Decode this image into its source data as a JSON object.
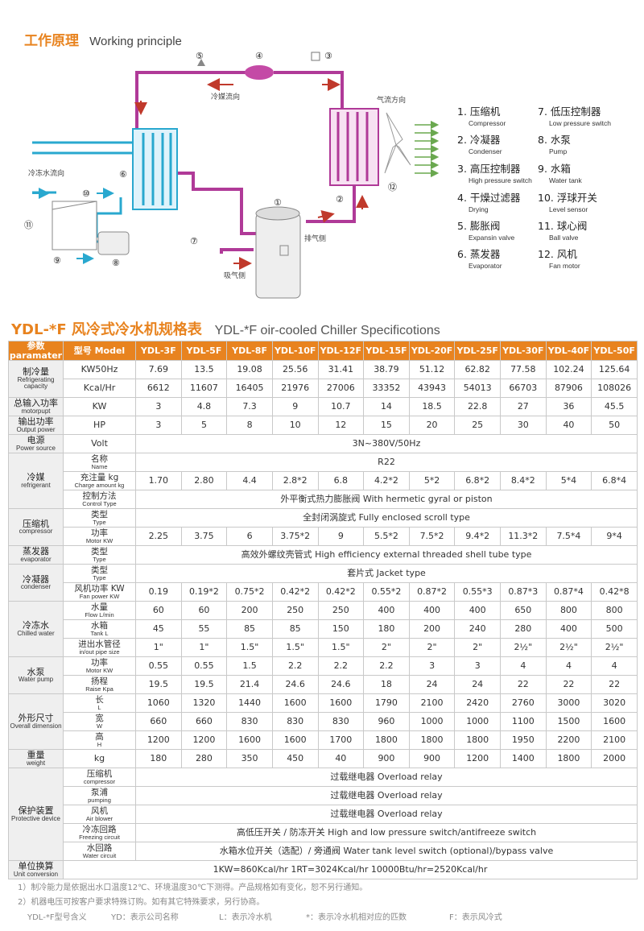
{
  "header": {
    "title_cn": "工作原理",
    "title_en": "Working principle"
  },
  "diagram": {
    "labels": {
      "refrigerant_flow": "冷媒流向",
      "air_flow": "气流方向",
      "chilled_water_flow": "冷冻水流向",
      "exhaust": "排气侧",
      "suction": "吸气侧"
    },
    "numbers": [
      "①",
      "②",
      "③",
      "④",
      "⑤",
      "⑥",
      "⑦",
      "⑧",
      "⑨",
      "⑩",
      "⑪",
      "⑫"
    ],
    "colors": {
      "pipe": "#b03a98",
      "water": "#29a8cf",
      "arrow": "#c0392b",
      "air": "#6aa84f"
    }
  },
  "legend": [
    {
      "cn": "1. 压缩机",
      "en": "Compressor"
    },
    {
      "cn": "7. 低压控制器",
      "en": "Low pressure switch"
    },
    {
      "cn": "2. 冷凝器",
      "en": "Condenser"
    },
    {
      "cn": "8. 水泵",
      "en": "Pump"
    },
    {
      "cn": "3. 高压控制器",
      "en": "High pressure switch"
    },
    {
      "cn": "9. 水箱",
      "en": "Water tank"
    },
    {
      "cn": "4. 干燥过滤器",
      "en": "Drying"
    },
    {
      "cn": "10. 浮球开关",
      "en": "Level sensor"
    },
    {
      "cn": "5. 膨胀阀",
      "en": "Expansin valve"
    },
    {
      "cn": "11. 球心阀",
      "en": "Ball valve"
    },
    {
      "cn": "6. 蒸发器",
      "en": "Evaporator"
    },
    {
      "cn": "12. 风机",
      "en": "Fan motor"
    }
  ],
  "spec": {
    "title_cn": "YDL-*F 风冷式冷水机规格表",
    "title_en": "YDL-*F oir-cooled Chiller Specificotions",
    "param_cn": "参数",
    "param_en": "paramater",
    "model_label": "型号 Model",
    "models": [
      "YDL-3F",
      "YDL-5F",
      "YDL-8F",
      "YDL-10F",
      "YDL-12F",
      "YDL-15F",
      "YDL-20F",
      "YDL-25F",
      "YDL-30F",
      "YDL-40F",
      "YDL-50F"
    ],
    "rows": [
      {
        "group_cn": "制冷量",
        "group_en": "Refrigerating capacity",
        "span": 2,
        "sub": "KW50Hz",
        "vals": [
          "7.69",
          "13.5",
          "19.08",
          "25.56",
          "31.41",
          "38.79",
          "51.12",
          "62.82",
          "77.58",
          "102.24",
          "125.64"
        ]
      },
      {
        "sub": "Kcal/Hr",
        "vals": [
          "6612",
          "11607",
          "16405",
          "21976",
          "27006",
          "33352",
          "43943",
          "54013",
          "66703",
          "87906",
          "108026"
        ]
      },
      {
        "group_cn": "总输入功率",
        "group_en": "motorpupt",
        "span": 1,
        "sub": "KW",
        "vals": [
          "3",
          "4.8",
          "7.3",
          "9",
          "10.7",
          "14",
          "18.5",
          "22.8",
          "27",
          "36",
          "45.5"
        ]
      },
      {
        "group_cn": "输出功率",
        "group_en": "Output power",
        "span": 1,
        "sub": "HP",
        "vals": [
          "3",
          "5",
          "8",
          "10",
          "12",
          "15",
          "20",
          "25",
          "30",
          "40",
          "50"
        ]
      },
      {
        "group_cn": "电源",
        "group_en": "Power source",
        "span": 1,
        "sub": "Volt",
        "merged": "3N~380V/50Hz"
      },
      {
        "group_cn": "冷媒",
        "group_en": "refrigerant",
        "span": 3,
        "sub_cn": "名称",
        "sub_en": "Name",
        "merged": "R22"
      },
      {
        "sub_cn": "充注量 kg",
        "sub_en": "Charge amount kg",
        "vals": [
          "1.70",
          "2.80",
          "4.4",
          "2.8*2",
          "6.8",
          "4.2*2",
          "5*2",
          "6.8*2",
          "8.4*2",
          "5*4",
          "6.8*4"
        ]
      },
      {
        "sub_cn": "控制方法",
        "sub_en": "Control Type",
        "merged": "外平衡式热力膨胀阀    With hermetic gyral or piston"
      },
      {
        "group_cn": "压缩机",
        "group_en": "compressor",
        "span": 2,
        "sub_cn": "类型",
        "sub_en": "Type",
        "merged": "全封闭涡旋式    Fully enclosed scroll type"
      },
      {
        "sub_cn": "功率",
        "sub_en": "Motor KW",
        "vals": [
          "2.25",
          "3.75",
          "6",
          "3.75*2",
          "9",
          "5.5*2",
          "7.5*2",
          "9.4*2",
          "11.3*2",
          "7.5*4",
          "9*4"
        ]
      },
      {
        "group_cn": "蒸发器",
        "group_en": "evaporator",
        "span": 1,
        "sub_cn": "类型",
        "sub_en": "Type",
        "merged": "高效外螺纹壳管式    High efficiency external threaded shell tube type"
      },
      {
        "group_cn": "冷凝器",
        "group_en": "condenser",
        "span": 2,
        "sub_cn": "类型",
        "sub_en": "Type",
        "merged": "套片式    Jacket type"
      },
      {
        "sub_cn": "风机功率 KW",
        "sub_en": "Fan power KW",
        "vals": [
          "0.19",
          "0.19*2",
          "0.75*2",
          "0.42*2",
          "0.42*2",
          "0.55*2",
          "0.87*2",
          "0.55*3",
          "0.87*3",
          "0.87*4",
          "0.42*8"
        ]
      },
      {
        "group_cn": "冷冻水",
        "group_en": "Chilled water",
        "span": 3,
        "sub_cn": "水量",
        "sub_en": "Flow L/min",
        "vals": [
          "60",
          "60",
          "200",
          "250",
          "250",
          "400",
          "400",
          "400",
          "650",
          "800",
          "800"
        ]
      },
      {
        "sub_cn": "水箱",
        "sub_en": "Tank L",
        "vals": [
          "45",
          "55",
          "85",
          "85",
          "150",
          "180",
          "200",
          "240",
          "280",
          "400",
          "500"
        ]
      },
      {
        "sub_cn": "进出水管径",
        "sub_en": "in/out pipe size",
        "vals": [
          "1\"",
          "1\"",
          "1.5\"",
          "1.5\"",
          "1.5\"",
          "2\"",
          "2\"",
          "2\"",
          "2½\"",
          "2½\"",
          "2½\""
        ]
      },
      {
        "group_cn": "水泵",
        "group_en": "Water pump",
        "span": 2,
        "sub_cn": "功率",
        "sub_en": "Motor KW",
        "vals": [
          "0.55",
          "0.55",
          "1.5",
          "2.2",
          "2.2",
          "2.2",
          "3",
          "3",
          "4",
          "4",
          "4"
        ]
      },
      {
        "sub_cn": "扬程",
        "sub_en": "Raise Kpa",
        "vals": [
          "19.5",
          "19.5",
          "21.4",
          "24.6",
          "24.6",
          "18",
          "24",
          "24",
          "22",
          "22",
          "22"
        ]
      },
      {
        "group_cn": "外形尺寸",
        "group_en": "Overall dimension",
        "span": 3,
        "sub_cn": "长",
        "sub_en": "L",
        "vals": [
          "1060",
          "1320",
          "1440",
          "1600",
          "1600",
          "1790",
          "2100",
          "2420",
          "2760",
          "3000",
          "3020"
        ]
      },
      {
        "sub_cn": "宽",
        "sub_en": "W",
        "vals": [
          "660",
          "660",
          "830",
          "830",
          "830",
          "960",
          "1000",
          "1000",
          "1100",
          "1500",
          "1600"
        ]
      },
      {
        "sub_cn": "高",
        "sub_en": "H",
        "vals": [
          "1200",
          "1200",
          "1600",
          "1600",
          "1700",
          "1800",
          "1800",
          "1800",
          "1950",
          "2200",
          "2100"
        ]
      },
      {
        "group_cn": "重量",
        "group_en": "weight",
        "span": 1,
        "sub": "kg",
        "vals": [
          "180",
          "280",
          "350",
          "450",
          "40",
          "900",
          "900",
          "1200",
          "1400",
          "1800",
          "2000"
        ]
      },
      {
        "group_cn": "保护装置",
        "group_en": "Protective device",
        "span": 5,
        "sub_cn": "压缩机",
        "sub_en": "compressor",
        "merged": "过载继电器    Overload relay"
      },
      {
        "sub_cn": "泵浦",
        "sub_en": "pumping",
        "merged": "过载继电器    Overload relay"
      },
      {
        "sub_cn": "风机",
        "sub_en": "Air blower",
        "merged": "过载继电器    Overload relay"
      },
      {
        "sub_cn": "冷冻回路",
        "sub_en": "Freezing circuit",
        "merged": "高低压开关 / 防冻开关    High and low pressure switch/antifreeze switch"
      },
      {
        "sub_cn": "水回路",
        "sub_en": "Water circuit",
        "merged": "水箱水位开关（选配）/ 旁通阀    Water tank level switch (optional)/bypass valve"
      },
      {
        "group_cn": "单位换算",
        "group_en": "Unit conversion",
        "span": 1,
        "full": "1KW=860Kcal/hr      1RT=3024Kcal/hr      10000Btu/hr=2520Kcal/hr"
      }
    ]
  },
  "notes": [
    "1）制冷能力是依据出水口温度12℃、环境温度30℃下测得。产品规格如有变化，恕不另行通知。",
    "2）机器电压可按客户要求特殊订购。如有其它特殊要求，另行协商。"
  ],
  "footer": [
    "YDL-*F型号含义",
    "YD：表示公司名称",
    "L：表示冷水机",
    "*：表示冷水机相对应的匹数",
    "F：表示风冷式"
  ]
}
